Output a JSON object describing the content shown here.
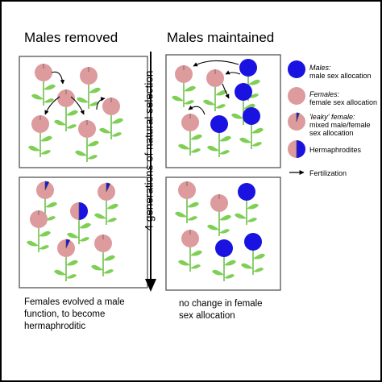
{
  "headings": {
    "left": "Males removed",
    "right": "Males maintained"
  },
  "arrow_label": "4 generations of natural selection",
  "captions": {
    "left": [
      "Females evolved a male",
      "function, to become",
      "hermaphroditic"
    ],
    "right": [
      "no change in female",
      "sex allocation"
    ]
  },
  "legend": {
    "male": {
      "title": "Males:",
      "desc": "male sex allocation"
    },
    "female": {
      "title": "Females:",
      "desc": "female sex allocation"
    },
    "leaky": {
      "title": "'leaky' female:",
      "desc1": "mixed male/female",
      "desc2": "sex allocation"
    },
    "herm": {
      "title": "Hermaphrodites"
    },
    "fert": {
      "title": "Fertilization"
    }
  },
  "colors": {
    "male": "#1a12e0",
    "female": "#dd9b9d",
    "stem": "#66bb44",
    "leaf": "#7fcf55",
    "outline": "#555555"
  }
}
